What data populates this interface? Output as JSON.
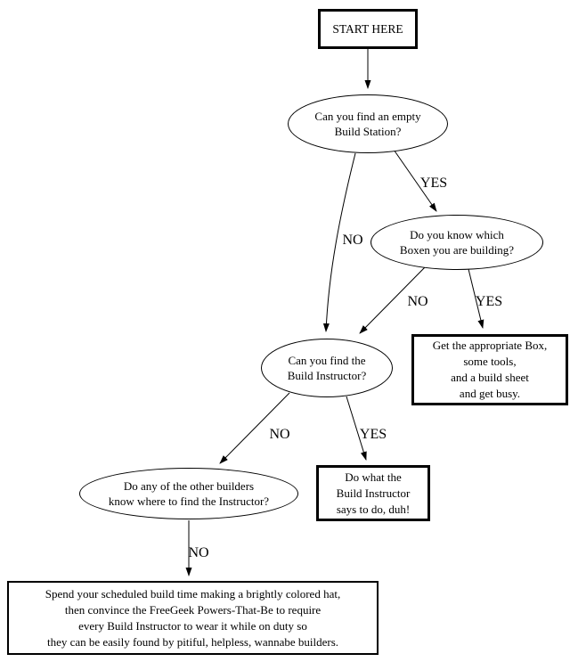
{
  "diagram": {
    "type": "flowchart",
    "background": "#ffffff",
    "stroke_color": "#000000",
    "nodes": {
      "start": "START HERE",
      "find_station": "Can you find an empty\nBuild Station?",
      "know_boxen": "Do you know which\nBoxen you are building?",
      "get_box": "Get the appropriate Box,\nsome tools,\nand a build sheet\nand get busy.",
      "find_instructor": "Can you find the\nBuild Instructor?",
      "do_what": "Do what the\nBuild Instructor\nsays to do, duh!",
      "ask_builders": "Do any of the other builders\nknow where to find the Instructor?",
      "make_hat": "Spend your scheduled build time making a brightly colored hat,\nthen convince the FreeGeek Powers-That-Be to require\nevery Build Instructor to wear it while on duty so\nthey can be easily found by pitiful, helpless, wannabe builders."
    },
    "edge_labels": {
      "station_yes": "YES",
      "station_no": "NO",
      "boxen_no": "NO",
      "boxen_yes": "YES",
      "instructor_no": "NO",
      "instructor_yes": "YES",
      "builders_no": "NO"
    }
  }
}
